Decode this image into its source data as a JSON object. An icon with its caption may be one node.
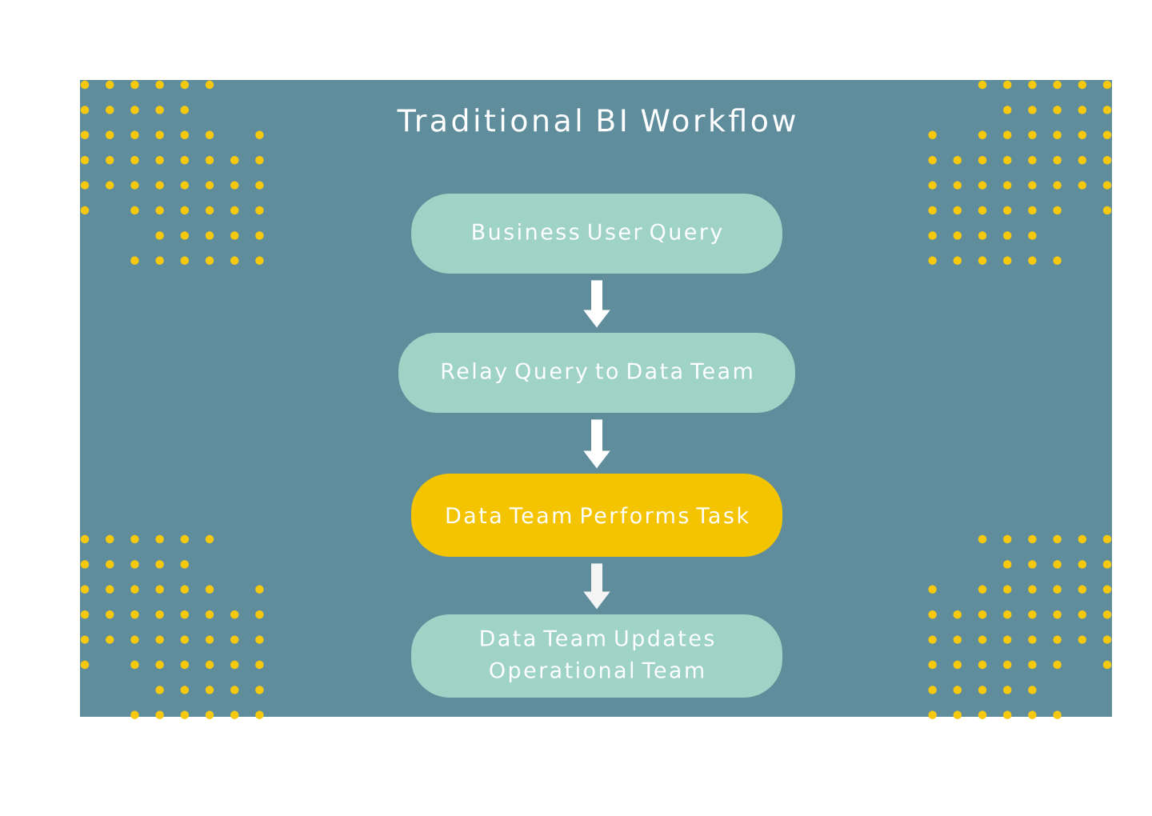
{
  "diagram": {
    "title": "Traditional BI Workflow",
    "nodes": [
      {
        "text": [
          "Business User Query"
        ]
      },
      {
        "text": [
          "Relay Query to Data Team"
        ]
      },
      {
        "text": [
          "Data Team Performs Task"
        ]
      },
      {
        "text": [
          "Data Team Updates Operational Team"
        ]
      }
    ],
    "edges": [
      {
        "from": 0,
        "to": 1,
        "arrow": "to"
      },
      {
        "from": 1,
        "to": 2,
        "arrow": "to"
      },
      {
        "from": 2,
        "to": 3,
        "arrow": "to"
      }
    ]
  }
}
